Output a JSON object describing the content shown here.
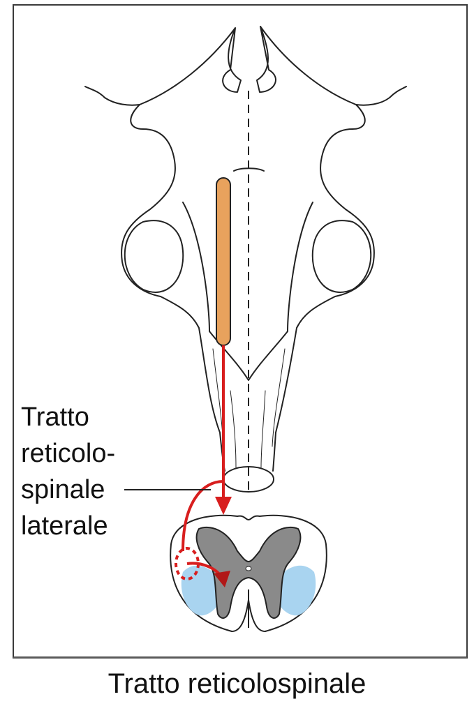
{
  "diagram": {
    "tract_label_lines": [
      "Tratto",
      "reticolo-",
      "spinale",
      "laterale"
    ],
    "caption": "Tratto reticolospinale",
    "colors": {
      "tract_column": "#e8a25d",
      "pathway": "#d81e1e",
      "gray_matter": "#8a8a8a",
      "target_area": "#a9d4f0",
      "outline": "#222222"
    }
  }
}
